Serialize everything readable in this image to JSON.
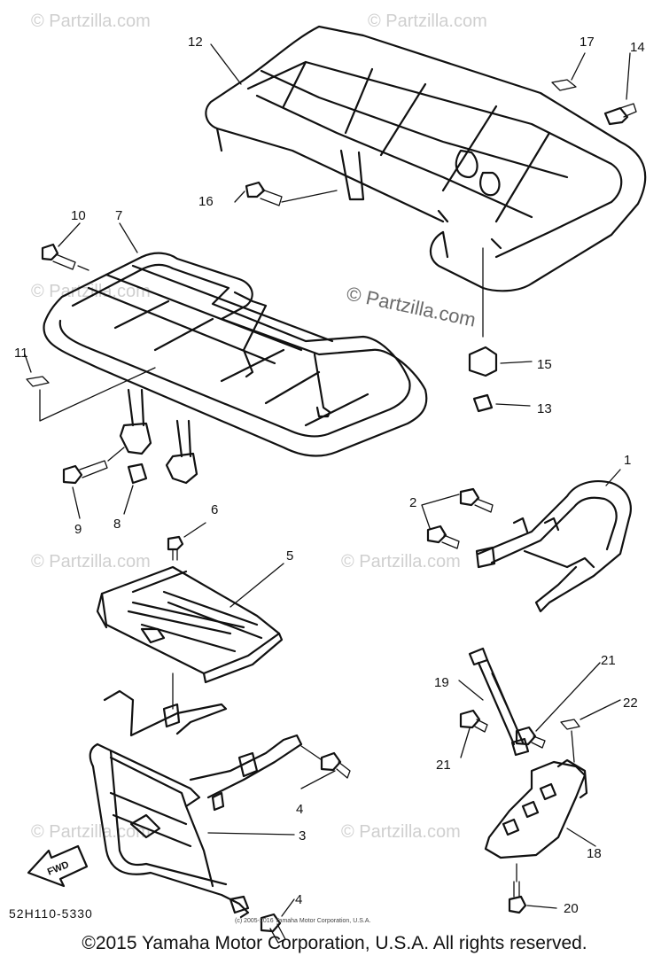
{
  "watermark": {
    "text": "© Partzilla.com",
    "center_text": "© Partzilla.com"
  },
  "callouts": [
    "1",
    "2",
    "3",
    "4",
    "4",
    "5",
    "6",
    "7",
    "8",
    "9",
    "10",
    "11",
    "12",
    "13",
    "14",
    "15",
    "16",
    "17",
    "18",
    "19",
    "20",
    "21",
    "21",
    "22"
  ],
  "diagram_code": "52H110-5330",
  "fwd_label": "FWD",
  "fine_print": "(c) 2005-2016 Yamaha Motor Corporation, U.S.A.",
  "footer": "©2015 Yamaha Motor Corporation, U.S.A. All rights reserved."
}
